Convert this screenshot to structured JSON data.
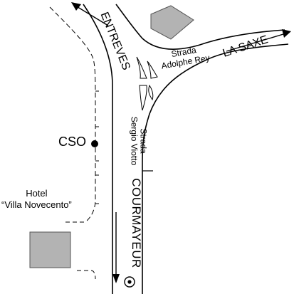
{
  "labels": {
    "entreves": "ENTREVES",
    "la_saxe": "LA SAXE",
    "strada_adolphe_rey": "Strada\nAdolphe Rey",
    "strada_sergio_viotto": "Strada\nSergio Viotto",
    "cso": "CSO",
    "hotel": "Hotel\n“Villa Novecento”",
    "courmayeur": "COURMAYEUR"
  },
  "colors": {
    "road_line": "#000000",
    "building_fill": "#b3b3b3",
    "building_stroke": "#555555",
    "background": "#ffffff"
  },
  "icons": {
    "cso_marker": "filled-dot",
    "destination_marker": "bullseye",
    "direction_arrows": [
      "arrow-up-left",
      "arrow-right",
      "arrow-down"
    ]
  }
}
